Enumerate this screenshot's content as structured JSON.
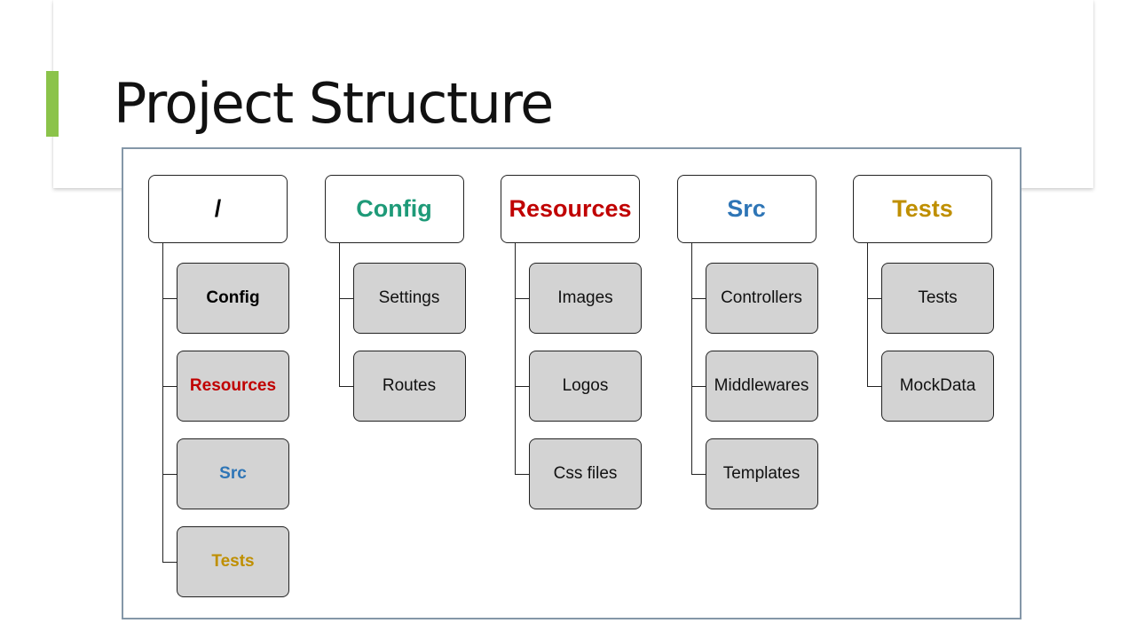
{
  "slide": {
    "title": "Project Structure",
    "colors": {
      "accent_bar": "#8bc34a",
      "frame_border": "#8497a8",
      "child_fill": "#d3d3d3"
    }
  },
  "columns": [
    {
      "id": "root",
      "label": "/",
      "color": "#000000",
      "children": [
        {
          "id": "config",
          "label": "Config",
          "color": "#000000",
          "bold": true
        },
        {
          "id": "resources",
          "label": "Resources",
          "color": "#c00000",
          "bold": true
        },
        {
          "id": "src",
          "label": "Src",
          "color": "#2e75b6",
          "bold": true
        },
        {
          "id": "tests",
          "label": "Tests",
          "color": "#bf8f00",
          "bold": true
        }
      ]
    },
    {
      "id": "config",
      "label": "Config",
      "color": "#1e9a78",
      "children": [
        {
          "id": "settings",
          "label": "Settings",
          "color": "#111111",
          "bold": false
        },
        {
          "id": "routes",
          "label": "Routes",
          "color": "#111111",
          "bold": false
        }
      ]
    },
    {
      "id": "resources",
      "label": "Resources",
      "color": "#c00000",
      "children": [
        {
          "id": "images",
          "label": "Images",
          "color": "#111111",
          "bold": false
        },
        {
          "id": "logos",
          "label": "Logos",
          "color": "#111111",
          "bold": false
        },
        {
          "id": "css-files",
          "label": "Css files",
          "color": "#111111",
          "bold": false
        }
      ]
    },
    {
      "id": "src",
      "label": "Src",
      "color": "#2e75b6",
      "children": [
        {
          "id": "controllers",
          "label": "Controllers",
          "color": "#111111",
          "bold": false
        },
        {
          "id": "middlewares",
          "label": "Middlewares",
          "color": "#111111",
          "bold": false
        },
        {
          "id": "templates",
          "label": "Templates",
          "color": "#111111",
          "bold": false
        }
      ]
    },
    {
      "id": "tests",
      "label": "Tests",
      "color": "#bf8f00",
      "children": [
        {
          "id": "tests",
          "label": "Tests",
          "color": "#111111",
          "bold": false
        },
        {
          "id": "mockdata",
          "label": "MockData",
          "color": "#111111",
          "bold": false
        }
      ]
    }
  ]
}
